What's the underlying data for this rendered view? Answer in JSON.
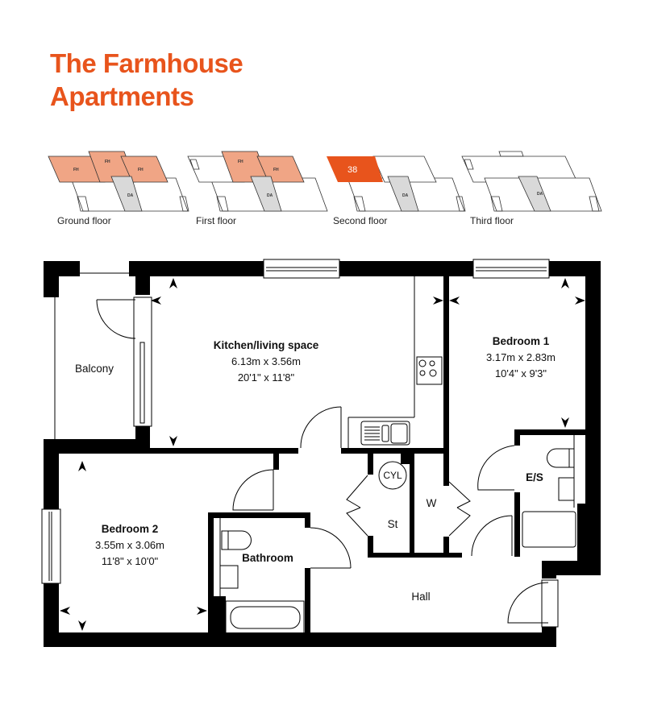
{
  "header": {
    "title_line1": "The Farmhouse",
    "title_line2": "Apartments",
    "accent_color": "#e8541c"
  },
  "key_plans": [
    {
      "label": "Ground floor",
      "blocks": [
        "FH",
        "FH",
        "FH",
        "DA"
      ],
      "highlight": "FH blocks (salmon)"
    },
    {
      "label": "First floor",
      "blocks": [
        "FH",
        "FH",
        "DA"
      ],
      "highlight": "FH blocks (salmon)"
    },
    {
      "label": "Second floor",
      "blocks": [
        "38",
        "DA"
      ],
      "highlight": "Apartment 38 (orange)"
    },
    {
      "label": "Third floor",
      "blocks": [
        "DA"
      ],
      "highlight": "none"
    }
  ],
  "key_colors": {
    "selected": "#e8541c",
    "fh": "#f0a585",
    "da": "#d9d9d9"
  },
  "rooms": {
    "balcony": {
      "name": "Balcony"
    },
    "kitchen": {
      "name": "Kitchen/living space",
      "metric": "6.13m x 3.56m",
      "imperial": "20'1\" x 11'8\""
    },
    "bedroom1": {
      "name": "Bedroom 1",
      "metric": "3.17m x 2.83m",
      "imperial": "10'4\" x 9'3\""
    },
    "bedroom2": {
      "name": "Bedroom 2",
      "metric": "3.55m x 3.06m",
      "imperial": "11'8\" x 10'0\""
    },
    "bathroom": {
      "name": "Bathroom"
    },
    "ensuite": {
      "name": "E/S"
    },
    "cylinder": {
      "name": "CYL"
    },
    "store": {
      "name": "St"
    },
    "wardrobe": {
      "name": "W"
    },
    "hall": {
      "name": "Hall"
    }
  }
}
